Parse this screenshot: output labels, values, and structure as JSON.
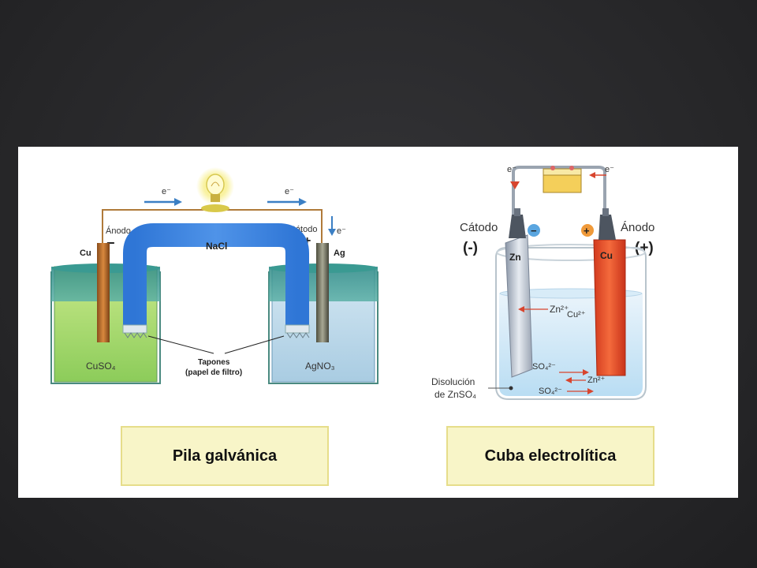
{
  "galvanic": {
    "electron_left": "e⁻",
    "electron_right": "e⁻",
    "electron_down": "e⁻",
    "anode_label": "Ánodo",
    "anode_sign": "−",
    "cathode_label": "Cátodo",
    "cathode_sign": "+",
    "left_metal": "Cu",
    "right_metal": "Ag",
    "bridge_label": "NaCl",
    "left_solution": "CuSO₄",
    "right_solution": "AgNO₃",
    "plugs_label": "Tapones",
    "plugs_sublabel": "(papel de filtro)",
    "caption": "Pila galvánica"
  },
  "electrolytic": {
    "electron_left": "e⁻",
    "electron_right": "e⁻",
    "cathode_label": "Cátodo",
    "cathode_sign": "(-)",
    "anode_label": "Ánodo",
    "anode_sign": "(+)",
    "minus_badge": "−",
    "plus_badge": "+",
    "left_electrode": "Zn",
    "right_electrode": "Cu",
    "ion_zn_left": "Zn²⁺",
    "ion_cu": "Cu²⁺",
    "ion_so4_top": "SO₄²⁻",
    "ion_zn_right": "Zn²⁺",
    "ion_so4_bottom": "SO₄²⁻",
    "solution_label_line1": "Disolución",
    "solution_label_line2": "de ZnSO₄",
    "caption": "Cuba electrolítica"
  }
}
